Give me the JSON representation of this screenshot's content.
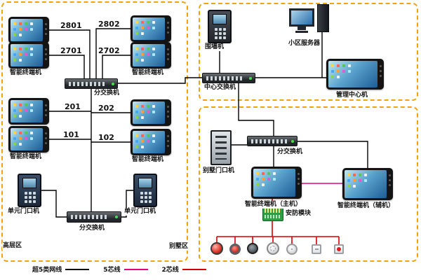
{
  "regions": {
    "highrise": "高层区",
    "villa": "别墅区"
  },
  "numbers": {
    "n2801": "2801",
    "n2802": "2802",
    "n2701": "2701",
    "n2702": "2702",
    "n201": "201",
    "n202": "202",
    "n101": "101",
    "n102": "102"
  },
  "devices": {
    "terminal": "智能终端机",
    "sub_switch": "分交换机",
    "unit_door": "单元门口机",
    "perimeter": "围墙机",
    "server": "小区服务器",
    "center_switch": "中心交换机",
    "mgmt_center": "管理中心机",
    "villa_door": "别墅门口机",
    "terminal_master": "智能终端机（主机）",
    "terminal_aux": "智能终端机（辅机）",
    "security_module": "安防模块"
  },
  "legend": [
    {
      "label": "超5类网线",
      "color": "#000000"
    },
    {
      "label": "5芯线",
      "color": "#e6007e"
    },
    {
      "label": "2芯线",
      "color": "#d40000"
    }
  ]
}
